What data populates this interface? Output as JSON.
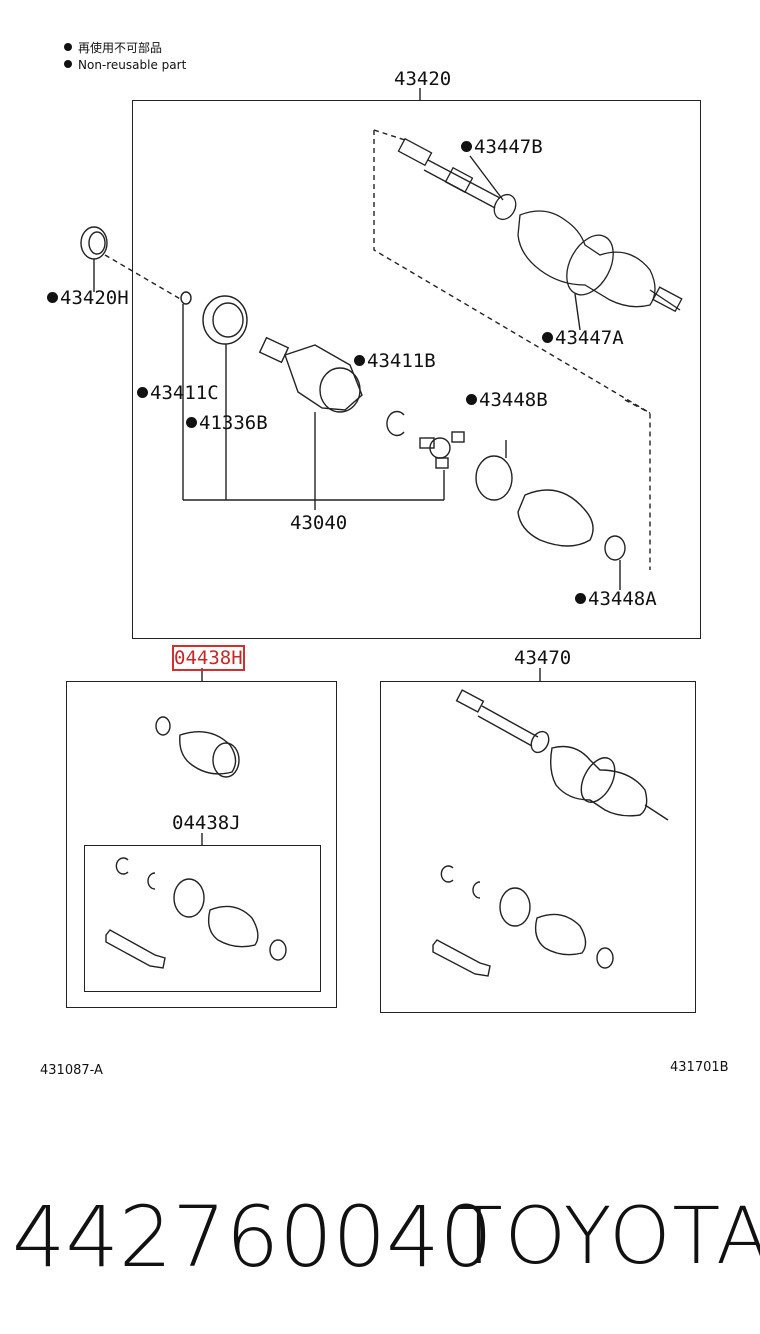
{
  "legend": {
    "japanese": "再使用不可部品",
    "english": "Non-reusable part"
  },
  "labels": {
    "assembly_main": "43420",
    "p43447B": "43447B",
    "p43420H": "43420H",
    "p43447A": "43447A",
    "p43411B": "43411B",
    "p43411C": "43411C",
    "p41336B": "41336B",
    "p43448B": "43448B",
    "p43040": "43040",
    "p43448A": "43448A",
    "boot_kit": "04438H",
    "boot_kit_inner": "04438J",
    "assembly_alt": "43470"
  },
  "refs": {
    "left": "431087-A",
    "right": "431701B"
  },
  "footer": {
    "part_number": "442760040",
    "brand": "TOYOTA"
  }
}
